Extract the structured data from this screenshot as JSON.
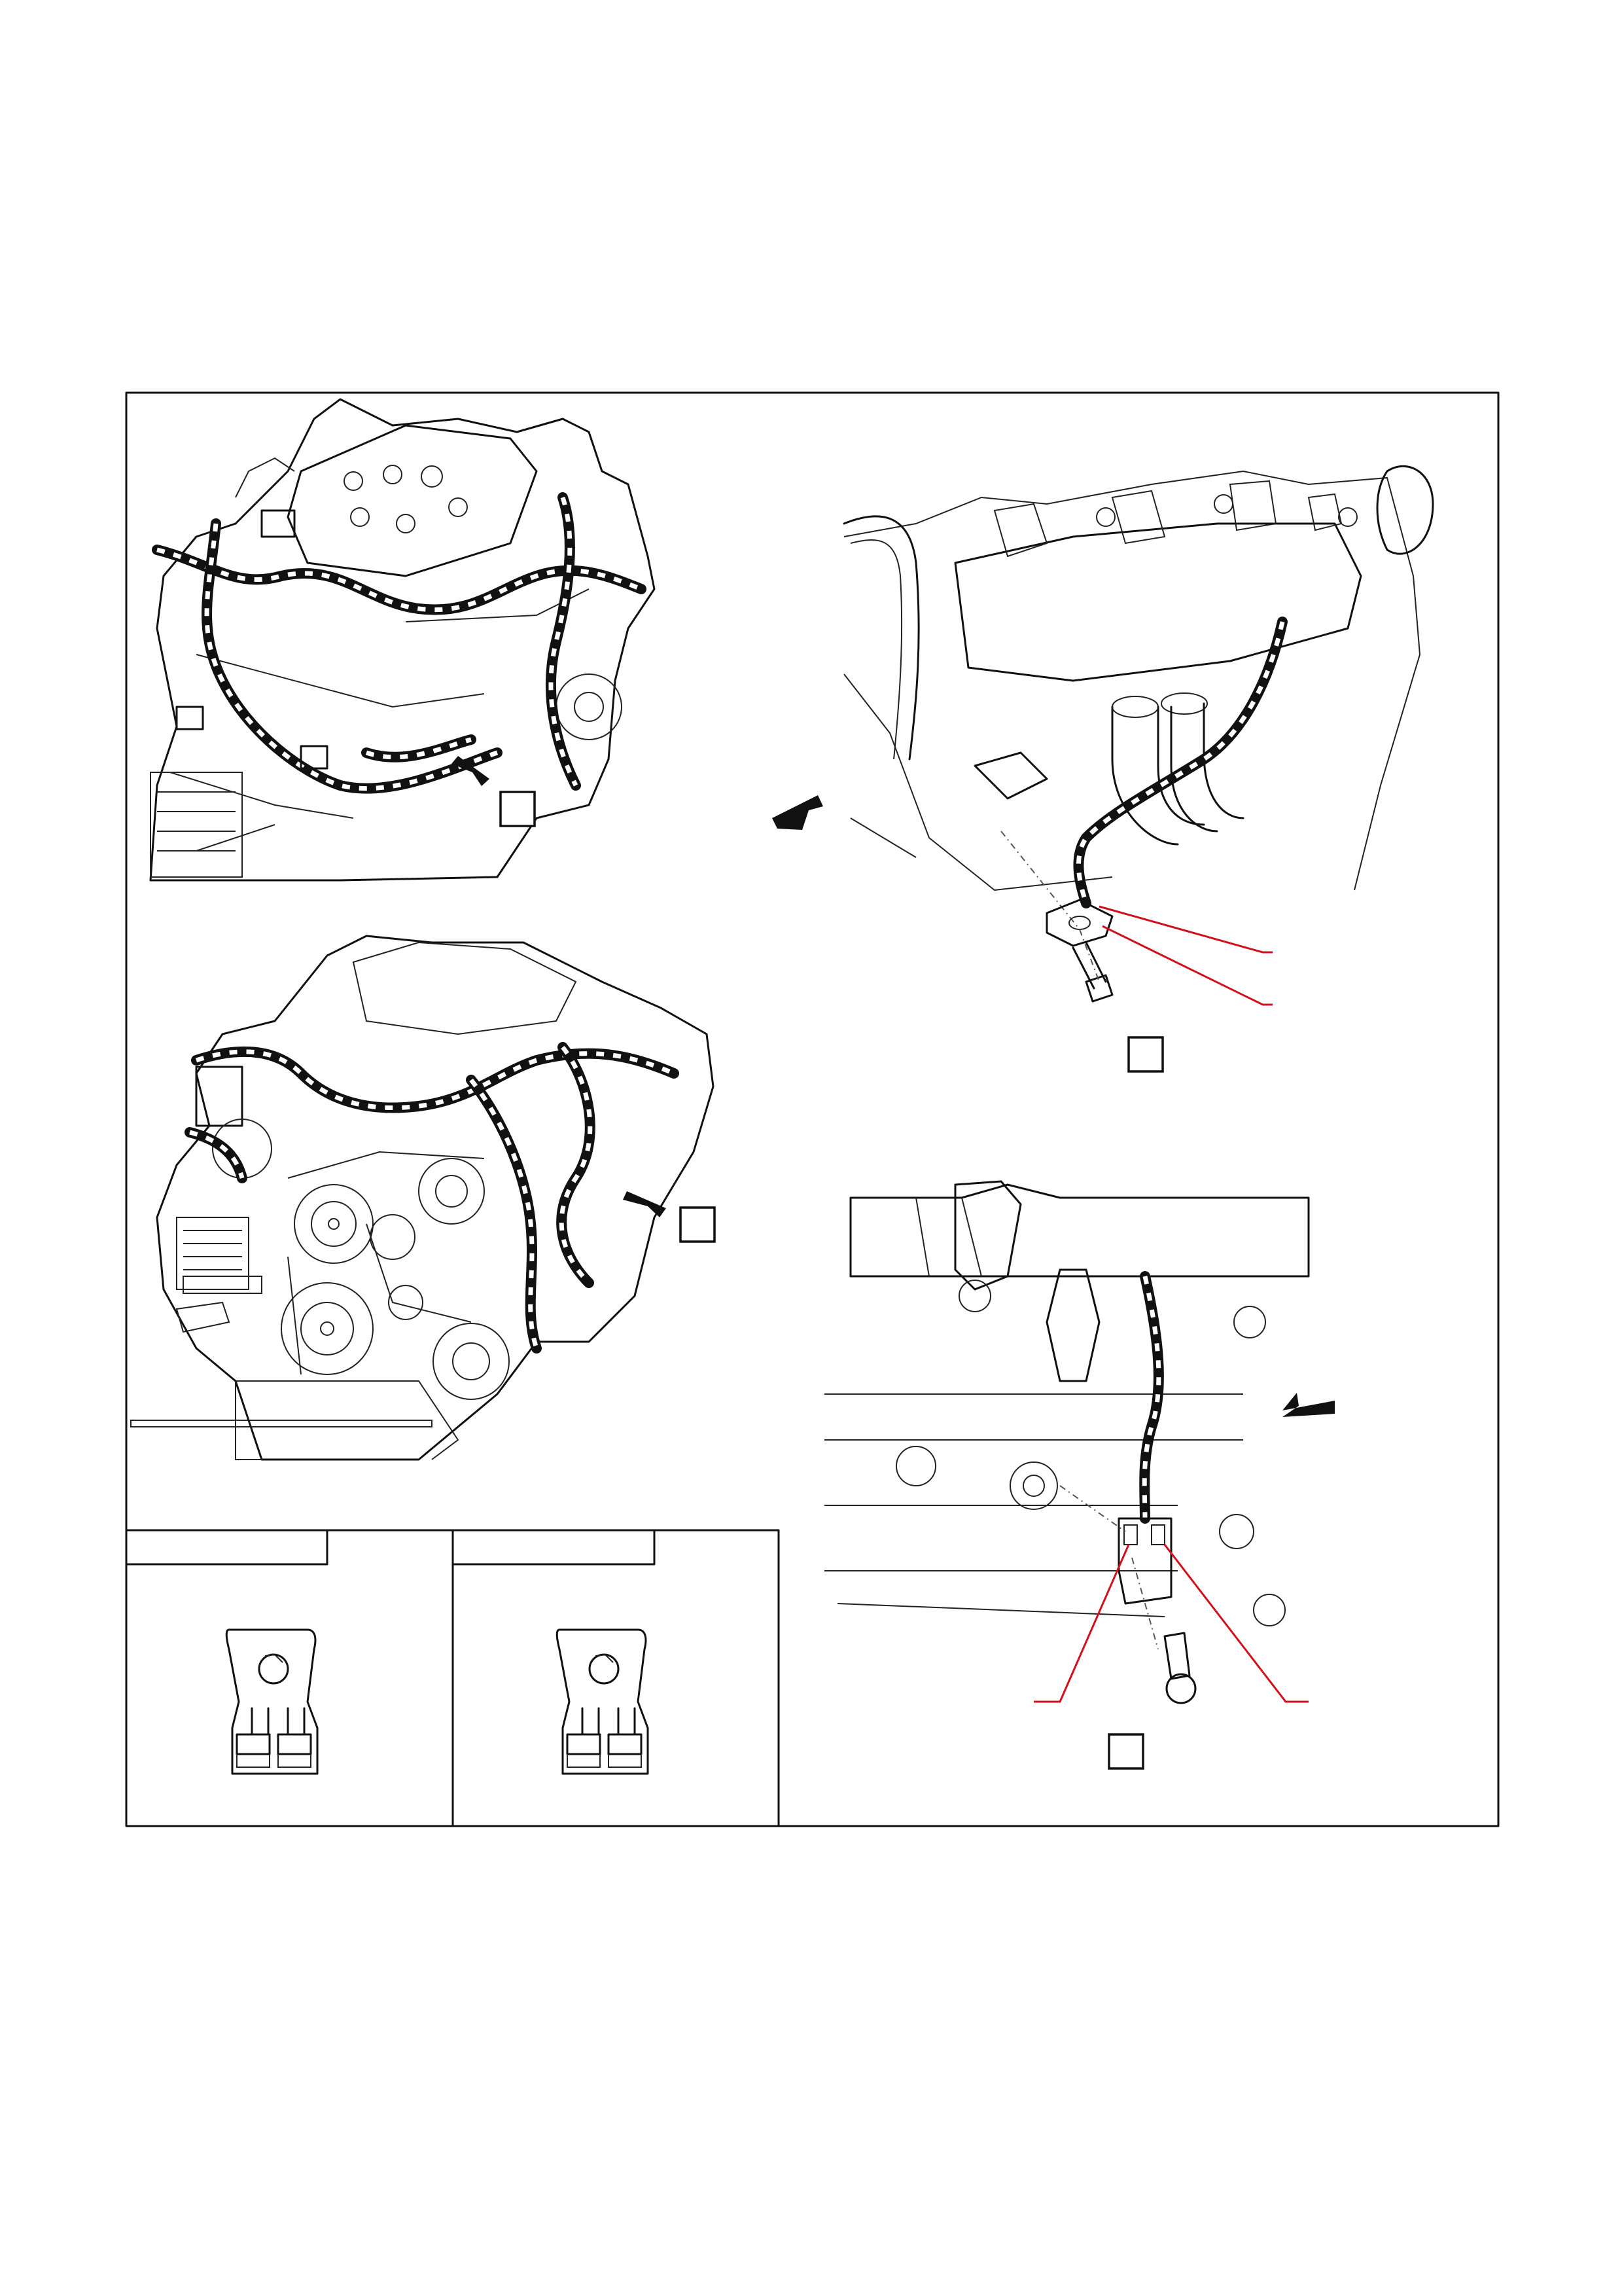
{
  "figure": {
    "panels": [
      {
        "id": "engine-top-view",
        "callout_label": ""
      },
      {
        "id": "engine-front-view",
        "callout_label": ""
      },
      {
        "id": "detail-ground-strap-upper",
        "callout_label": ""
      },
      {
        "id": "detail-ground-strap-lower",
        "callout_label": ""
      }
    ],
    "inset_tabs": [
      "",
      ""
    ],
    "colors": {
      "line": "#111111",
      "leader": "#d0111b",
      "background": "#ffffff"
    }
  }
}
